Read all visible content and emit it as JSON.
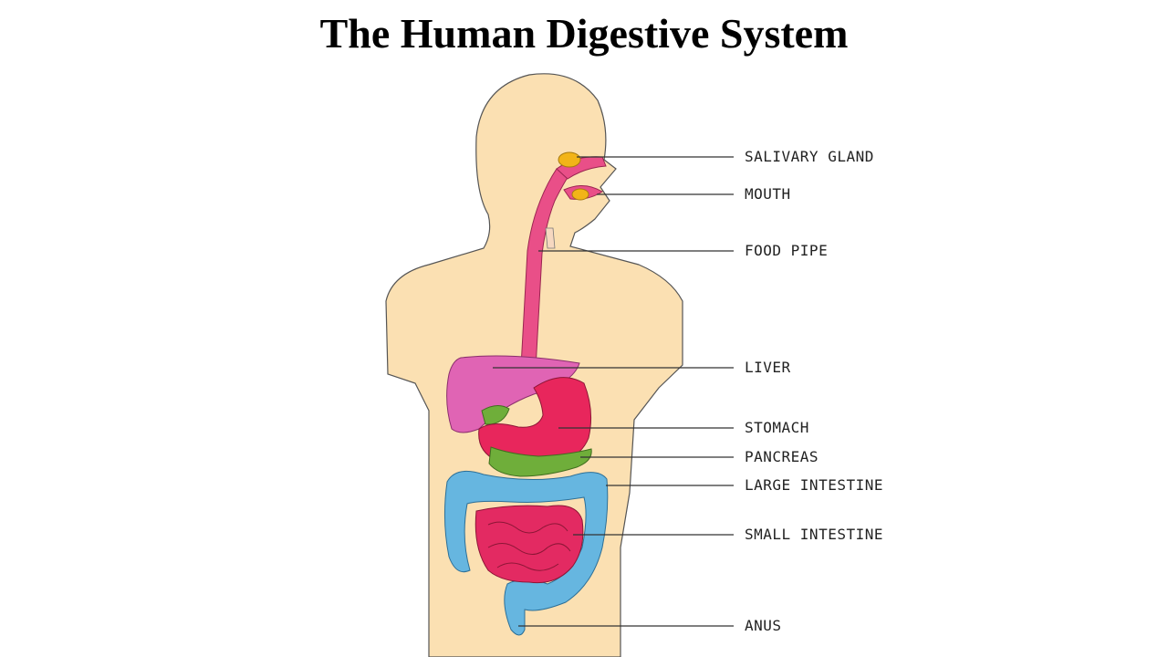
{
  "title": "The Human Digestive System",
  "labels": {
    "salivary_gland": "SALIVARY GLAND",
    "mouth": "MOUTH",
    "food_pipe": "FOOD PIPE",
    "liver": "LIVER",
    "stomach": "STOMACH",
    "pancreas": "PANCREAS",
    "large_intestine": "LARGE INTESTINE",
    "small_intestine": "SMALL INTESTINE",
    "anus": "ANUS"
  },
  "colors": {
    "skin": "#fbe0b2",
    "outline": "#555555",
    "liver": "#e064b4",
    "stomach": "#e8265c",
    "food_pipe": "#e94f88",
    "pancreas": "#6fae3a",
    "large_intestine": "#66b6e0",
    "small_intestine": "#e32a62",
    "salivary_gland": "#f2b418"
  }
}
